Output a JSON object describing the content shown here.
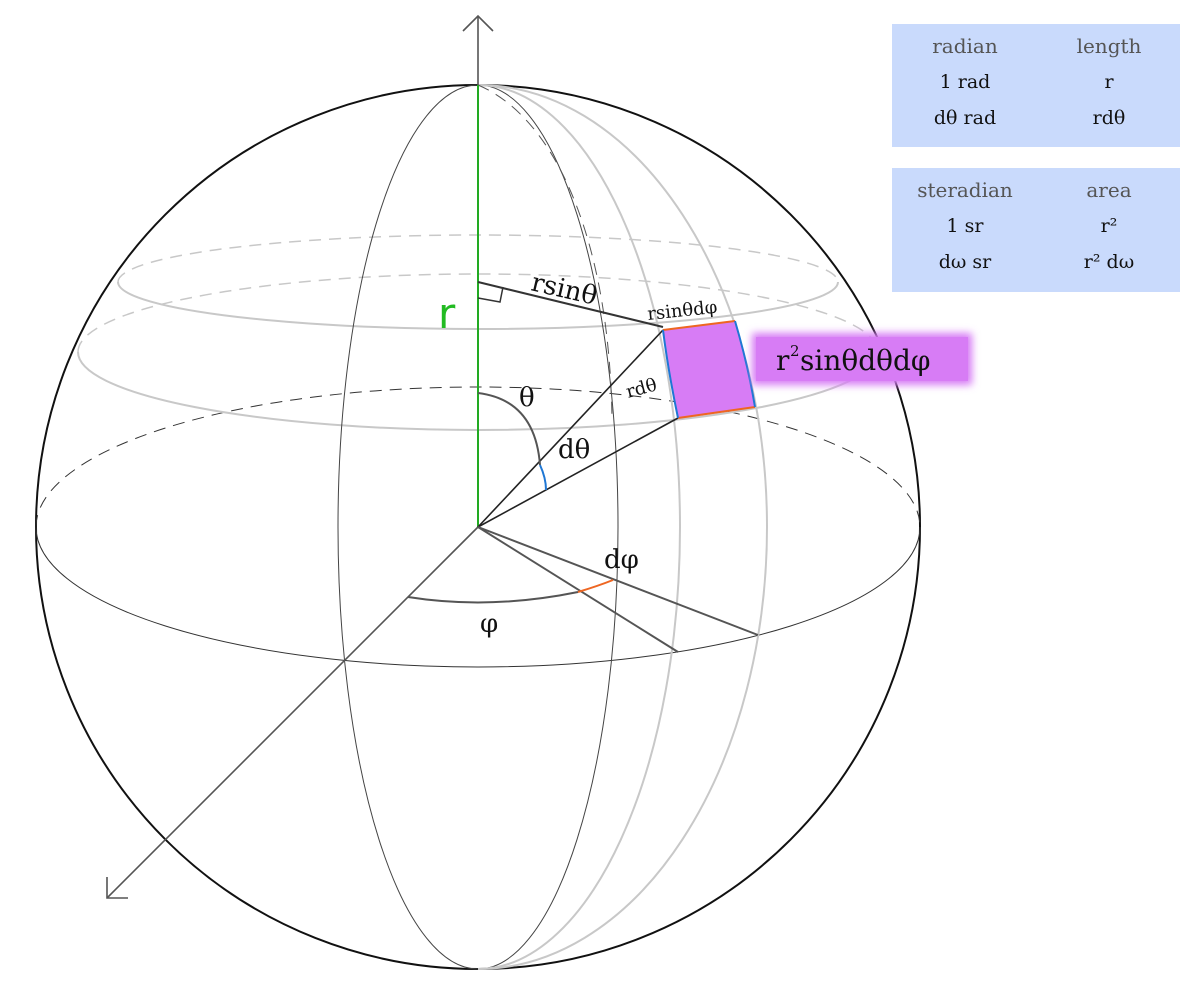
{
  "labels": {
    "r": "r",
    "rsintheta": "rsinθ",
    "rsinthetadphi": "rsinθdφ",
    "theta": "θ",
    "rdtheta": "rdθ",
    "dtheta": "dθ",
    "dphi": "dφ",
    "phi": "φ",
    "area_element_r": "r",
    "area_element_exp": "2",
    "area_element_rest": "sinθdθdφ"
  },
  "table_radian": {
    "headers": [
      "radian",
      "length"
    ],
    "rows": [
      [
        "1 rad",
        "r"
      ],
      [
        "dθ rad",
        "rdθ"
      ]
    ]
  },
  "table_steradian": {
    "headers": [
      "steradian",
      "area"
    ],
    "rows": [
      [
        "1 sr",
        "r²"
      ],
      [
        "dω sr",
        "r² dω"
      ]
    ]
  },
  "colors": {
    "axis_r": "#22aa22",
    "d_theta_arc": "#1f77d4",
    "d_phi_arc": "#ee6622",
    "patch_fill": "#d77cf5",
    "table_bg": "#c9dafc"
  }
}
